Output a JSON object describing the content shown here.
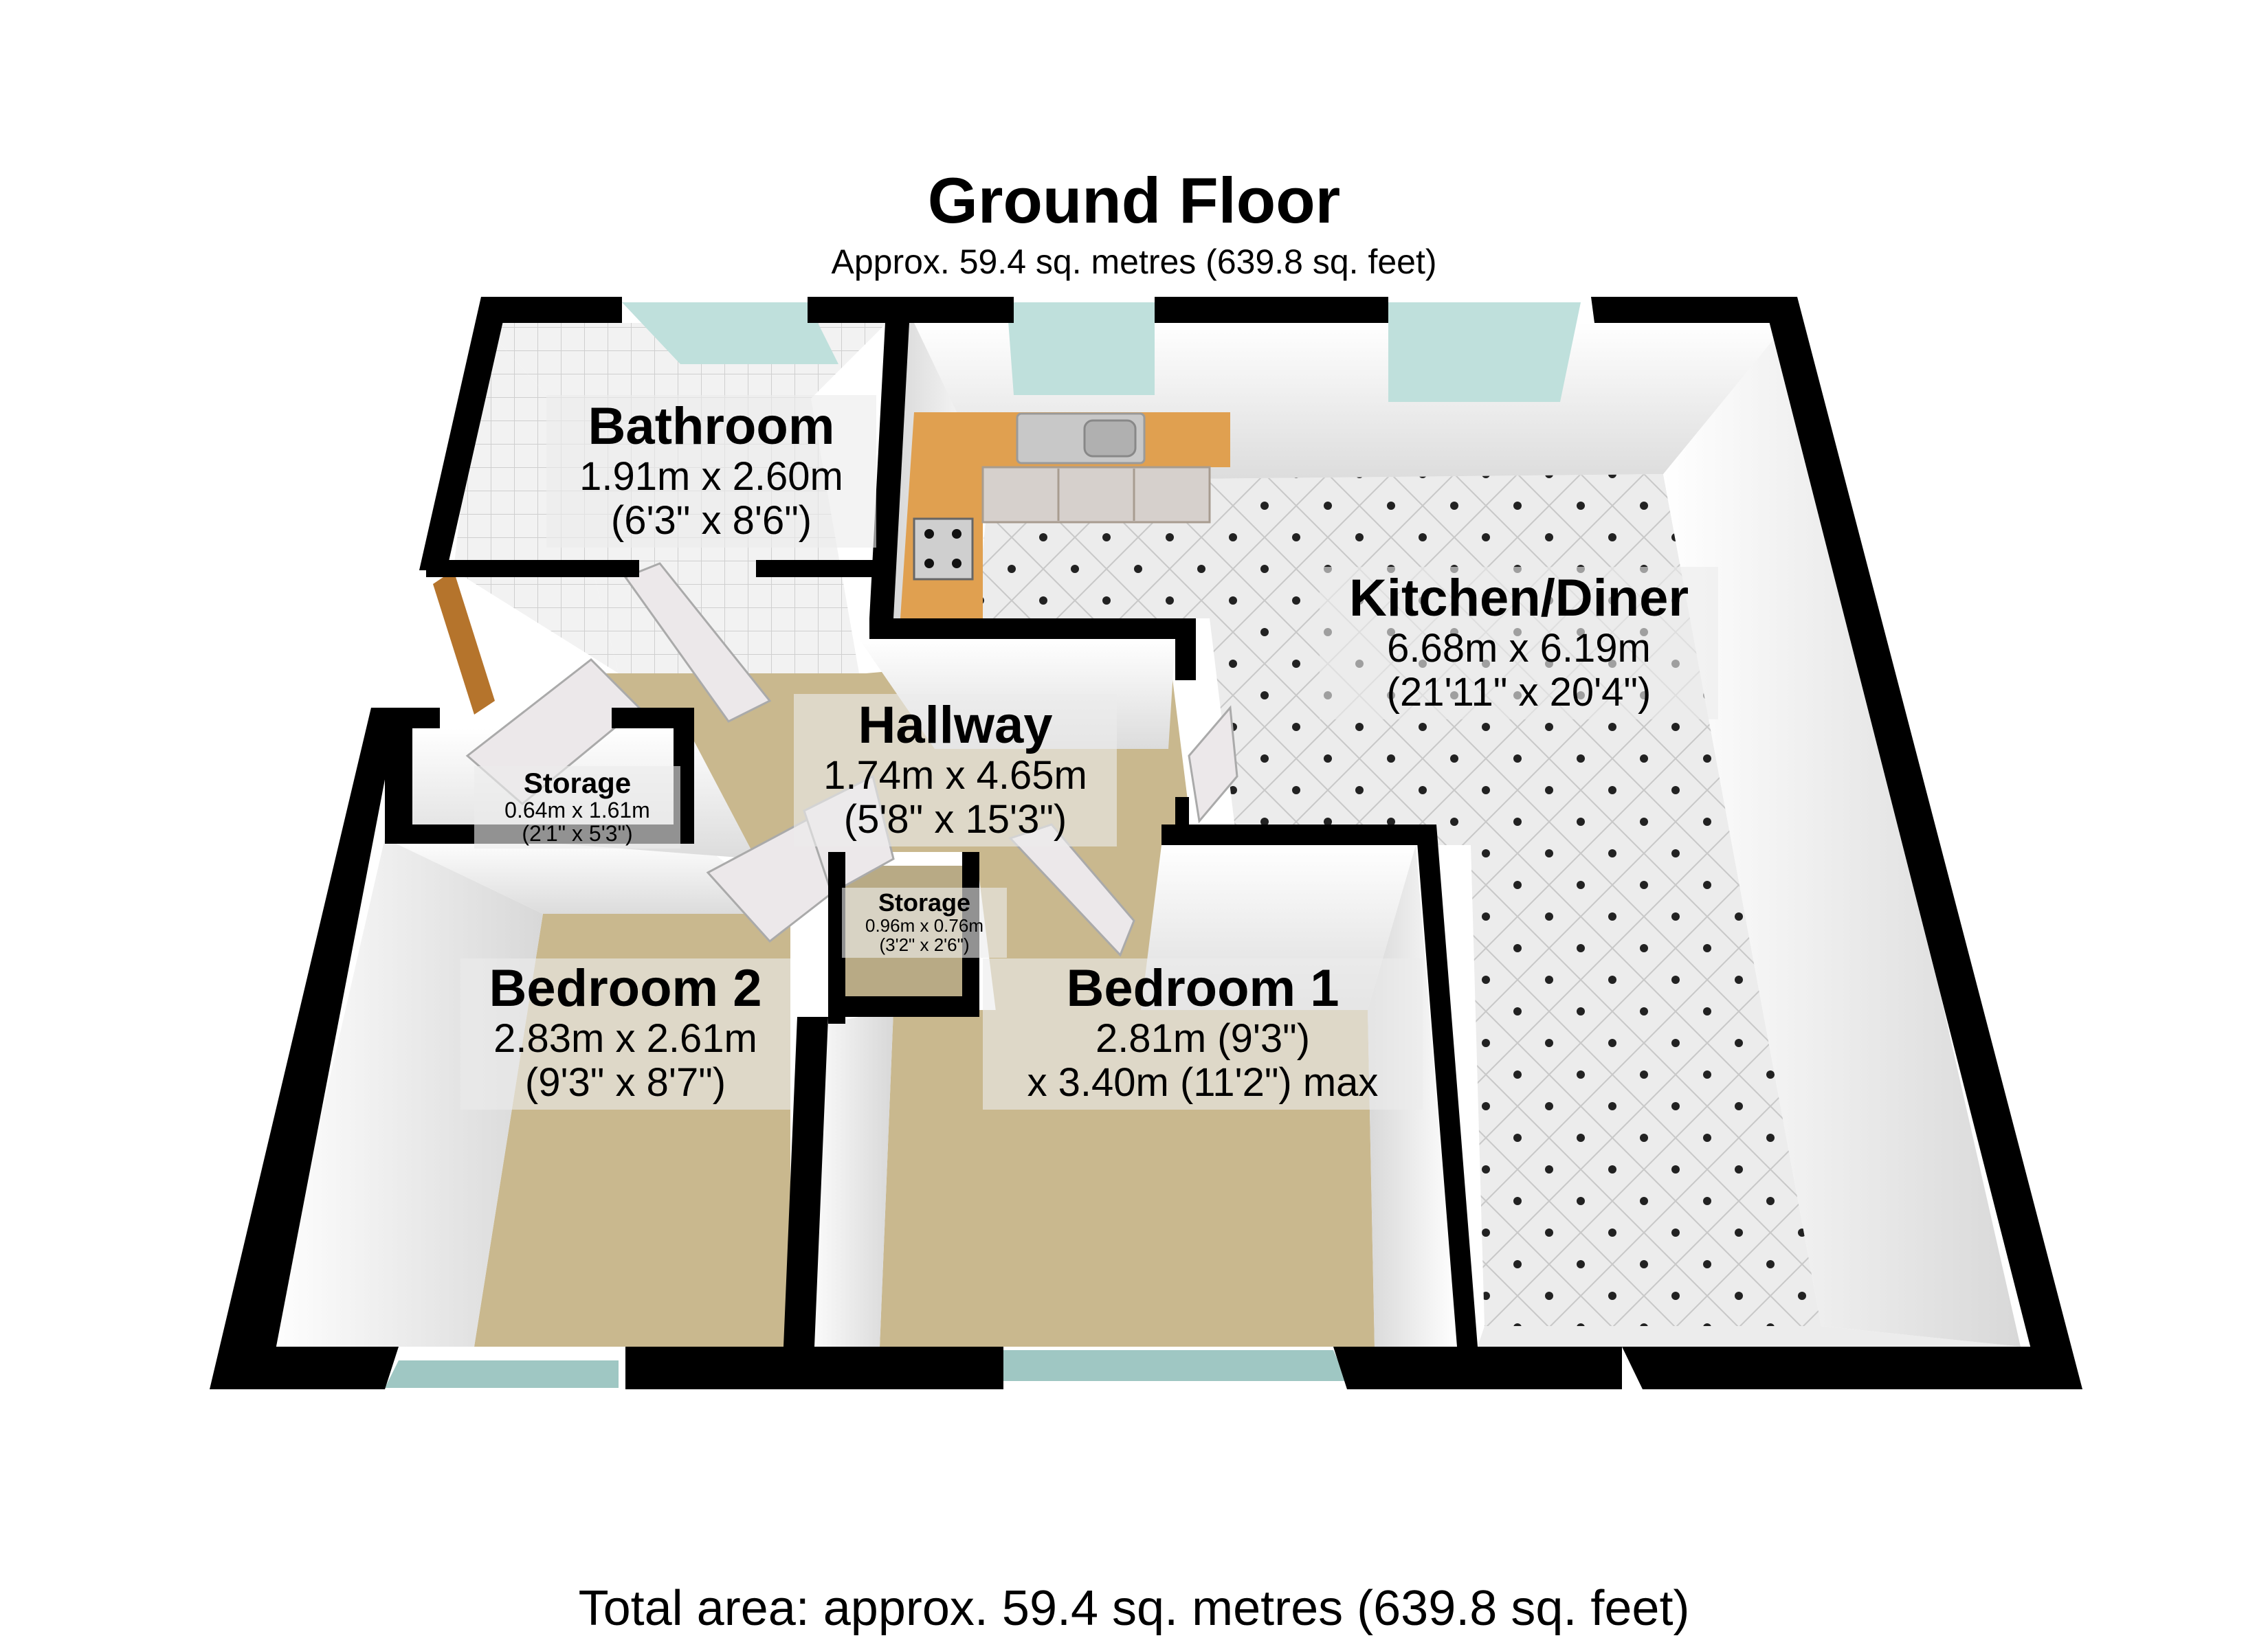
{
  "header": {
    "floor_title": "Ground Floor",
    "floor_area": "Approx. 59.4 sq. metres (639.8 sq. feet)"
  },
  "footer": {
    "total_area": "Total area: approx. 59.4 sq. metres (639.8 sq. feet)"
  },
  "rooms": [
    {
      "id": "bathroom",
      "name": "Bathroom",
      "dim_line1": "1.91m x 2.60m",
      "dim_line2": "(6'3\" x 8'6\")",
      "floor": "tile-white"
    },
    {
      "id": "kitchen-diner",
      "name": "Kitchen/Diner",
      "dim_line1": "6.68m x 6.19m",
      "dim_line2": "(21'11\" x 20'4\")",
      "floor": "tile-diamond"
    },
    {
      "id": "hallway",
      "name": "Hallway",
      "dim_line1": "1.74m x 4.65m",
      "dim_line2": "(5'8\" x 15'3\")",
      "floor": "carpet"
    },
    {
      "id": "storage-1",
      "name": "Storage",
      "dim_line1": "0.64m x 1.61m",
      "dim_line2": "(2'1\" x 5'3\")",
      "floor": "white"
    },
    {
      "id": "storage-2",
      "name": "Storage",
      "dim_line1": "0.96m x 0.76m",
      "dim_line2": "(3'2\" x 2'6\")",
      "floor": "carpet"
    },
    {
      "id": "bedroom-2",
      "name": "Bedroom 2",
      "dim_line1": "2.83m x 2.61m",
      "dim_line2": "(9'3\" x 8'7\")",
      "floor": "carpet"
    },
    {
      "id": "bedroom-1",
      "name": "Bedroom 1",
      "dim_line1": "2.81m (9'3\")",
      "dim_line2": "x 3.40m (11'2\") max",
      "floor": "carpet"
    }
  ],
  "colors": {
    "wall": "#000000",
    "wall_face": "#f4f4f4",
    "carpet": "#c9b88e",
    "tile_floor": "#ececec",
    "tile_dot": "#222222",
    "worktop": "#e0a050",
    "window_glass": "#bfe0dc",
    "door": "#ece8ea",
    "front_door": "#b5742c",
    "label_bg": "#ebebeb"
  }
}
